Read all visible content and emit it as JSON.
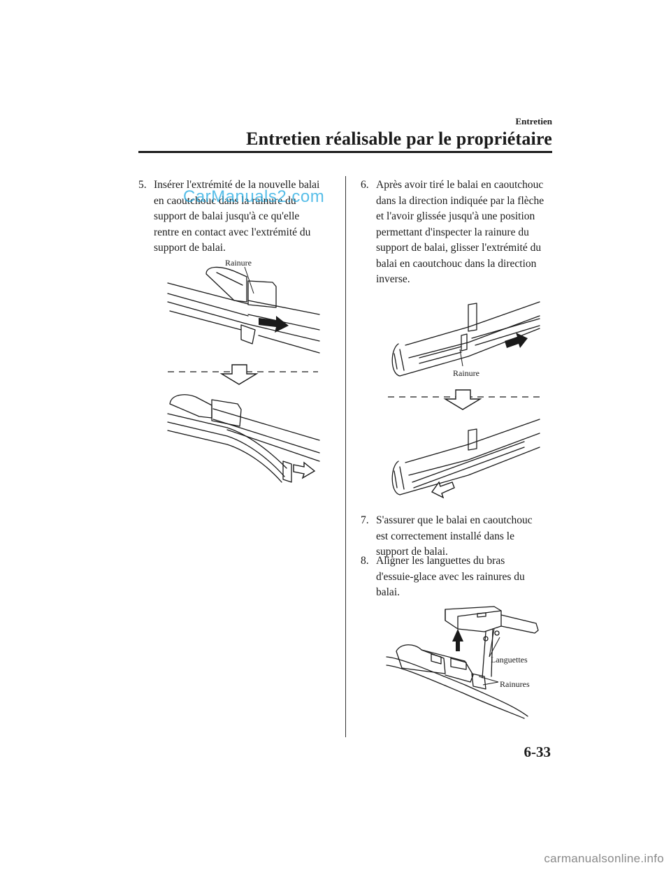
{
  "header": {
    "section": "Entretien",
    "title": "Entretien réalisable par le propriétaire"
  },
  "watermark": "CarManuals2.com",
  "steps": [
    {
      "number": "5.",
      "lines": [
        "Insérer l'extrémité de la nouvelle balai",
        "en caoutchouc dans la rainure du",
        "support de balai jusqu'à ce qu'elle",
        "rentre en contact avec l'extrémité du",
        "support de balai."
      ]
    },
    {
      "number": "6.",
      "lines": [
        "Après avoir tiré le balai en caoutchouc",
        "dans la direction indiquée par la flèche",
        "et l'avoir glissée jusqu'à une position",
        "permettant d'inspecter la rainure du",
        "support de balai, glisser l'extrémité du",
        "balai en caoutchouc dans la direction",
        "inverse."
      ]
    },
    {
      "number": "7.",
      "lines": [
        "S'assurer que le balai en caoutchouc",
        "est correctement installé dans le",
        "support de balai."
      ]
    },
    {
      "number": "8.",
      "lines": [
        "Aligner les languettes du bras",
        "d'essuie-glace avec les rainures du",
        "balai."
      ]
    }
  ],
  "figures": {
    "fig5": {
      "label_rainure": "Rainure"
    },
    "fig6": {
      "label_rainure": "Rainure"
    },
    "fig8": {
      "label_languettes": "Languettes",
      "label_rainures": "Rainures"
    }
  },
  "page_number": "6-33",
  "footer_site": "carmanualsonline.info"
}
